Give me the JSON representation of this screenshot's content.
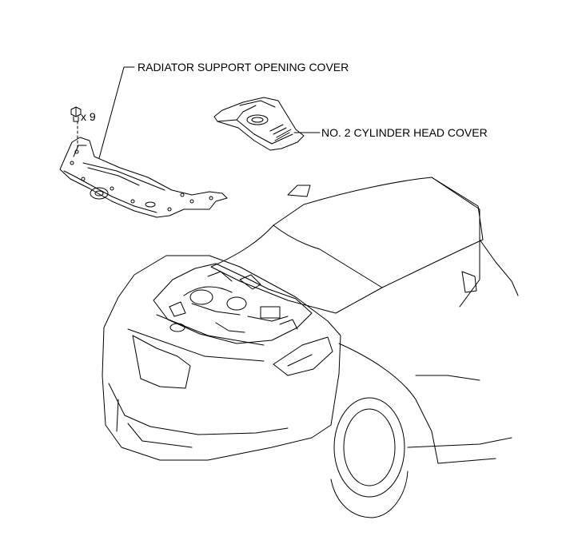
{
  "labels": {
    "radiator_cover": "RADIATOR SUPPORT OPENING COVER",
    "cylinder_head_cover": "NO. 2 CYLINDER HEAD COVER",
    "clip_quantity": "x 9"
  },
  "colors": {
    "line": "#000000",
    "background": "#ffffff"
  }
}
